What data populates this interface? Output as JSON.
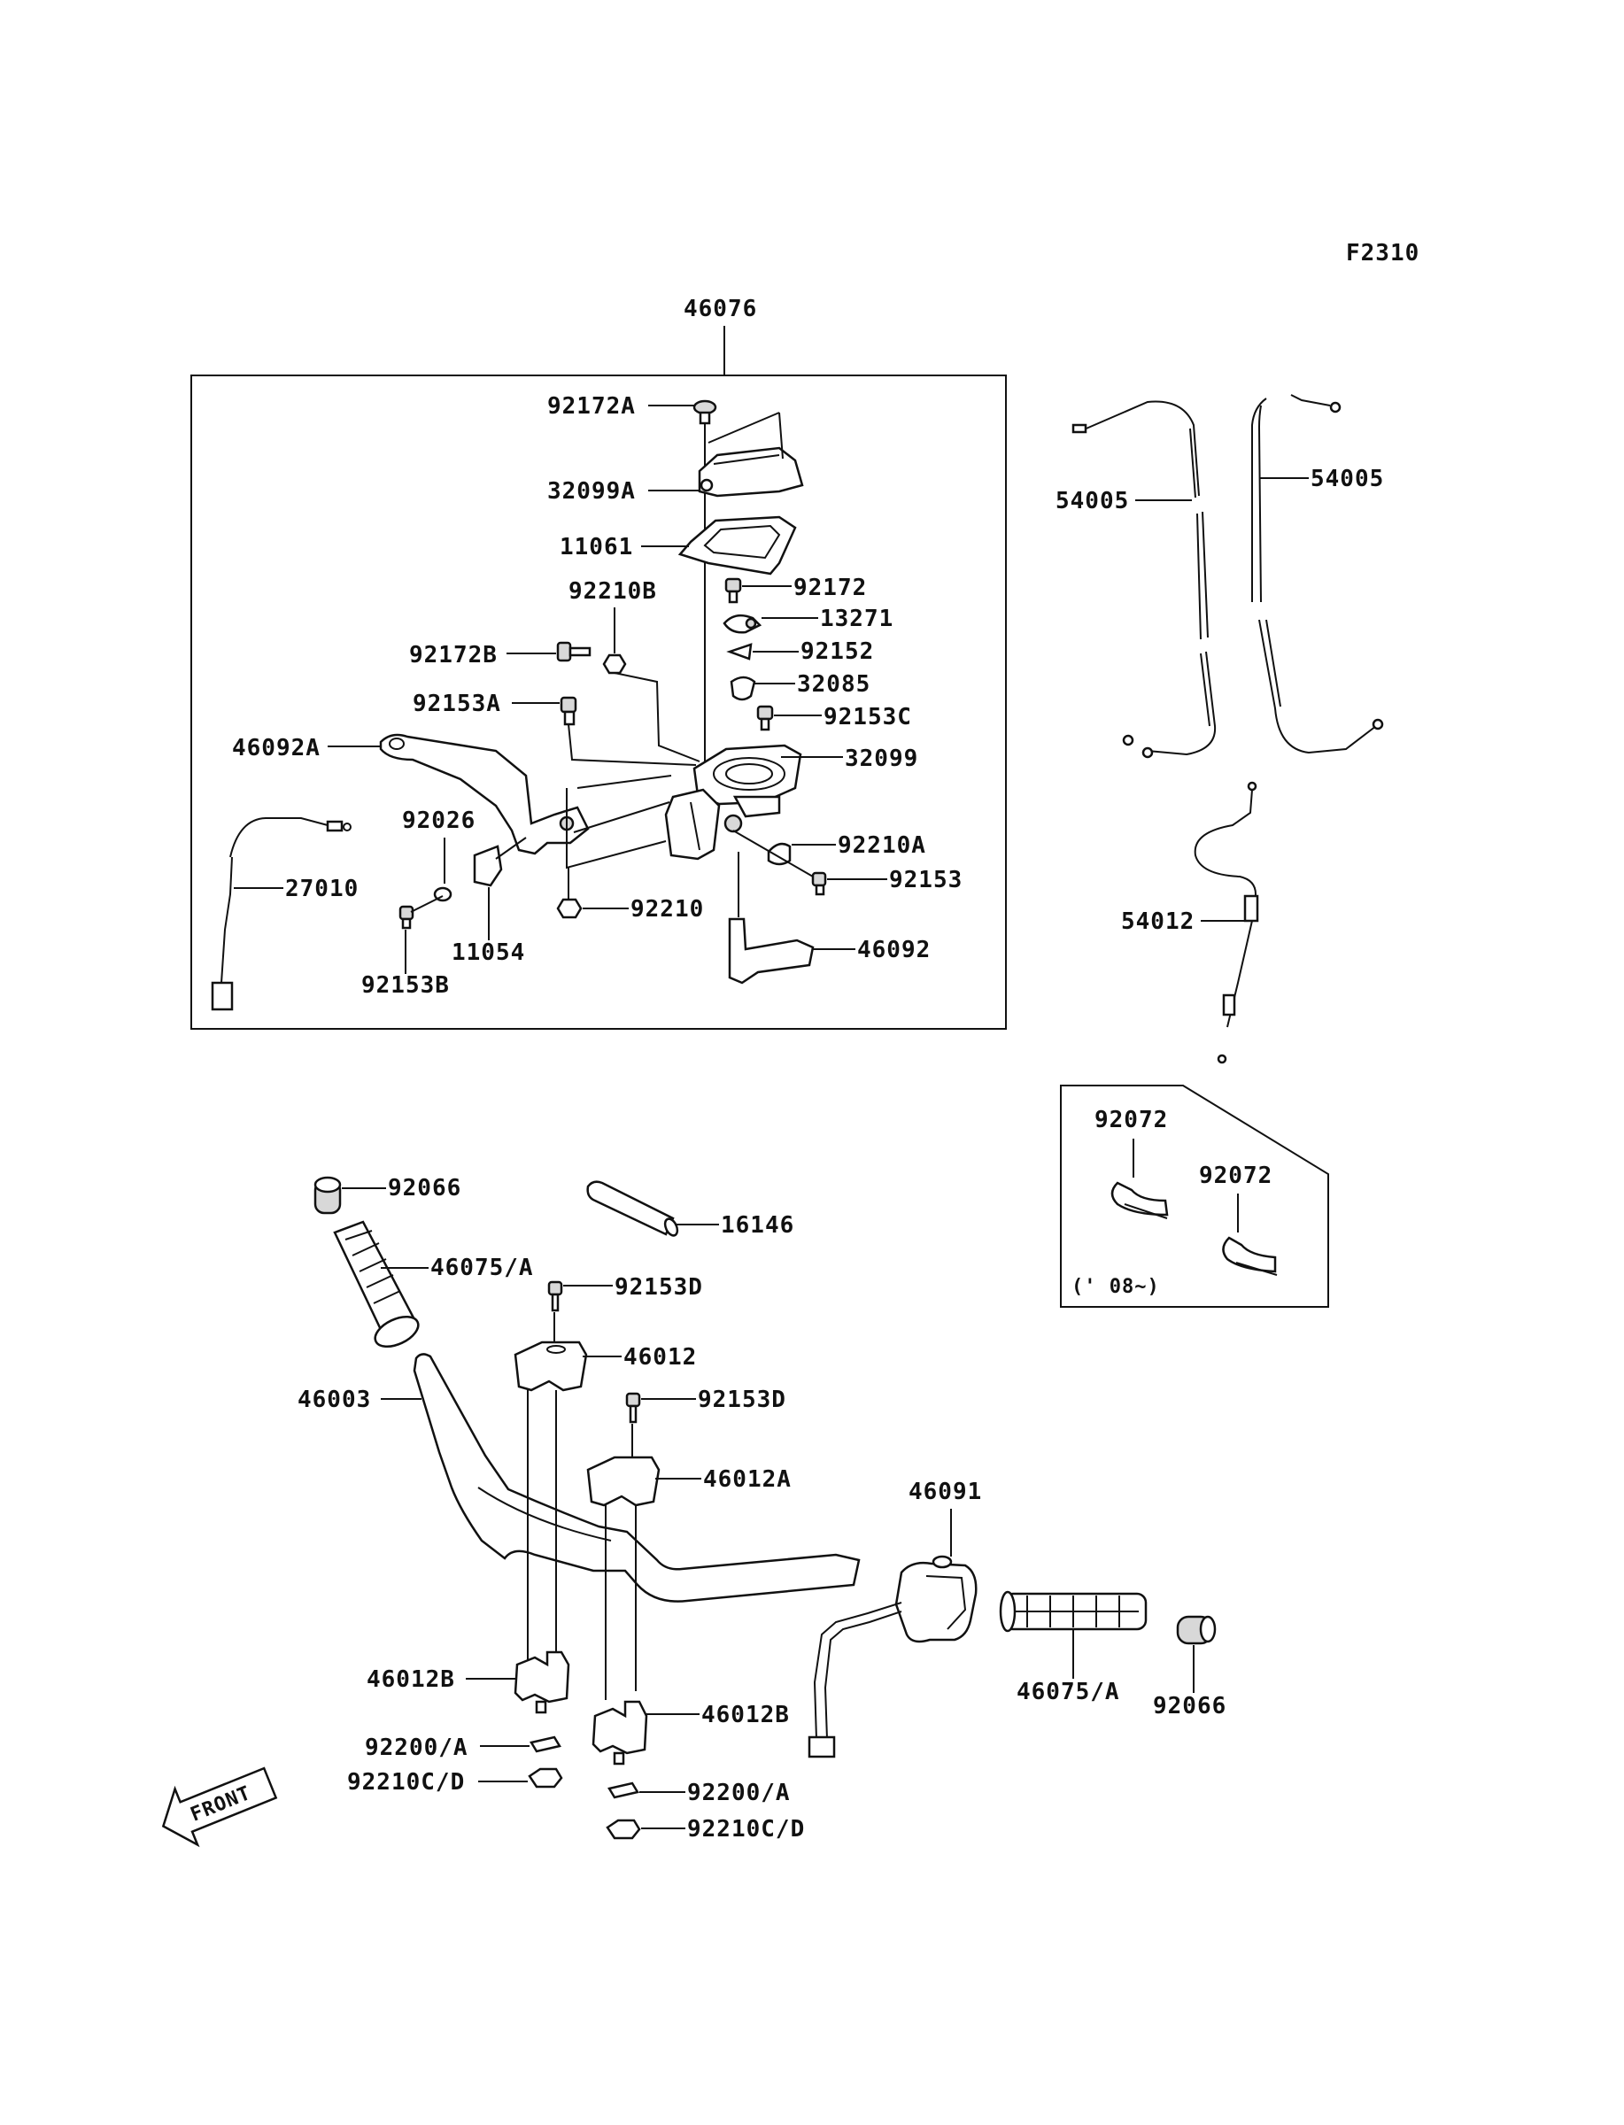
{
  "figure_code": "F2310",
  "labels": {
    "p46076": "46076",
    "p92172A": "92172A",
    "p32099A": "32099A",
    "p11061": "11061",
    "p92210B": "92210B",
    "p92172": "92172",
    "p13271": "13271",
    "p92172B": "92172B",
    "p92152": "92152",
    "p32085": "32085",
    "p92153A": "92153A",
    "p92153C": "92153C",
    "p46092A": "46092A",
    "p32099": "32099",
    "p92026": "92026",
    "p92210A": "92210A",
    "p27010": "27010",
    "p92153": "92153",
    "p92210": "92210",
    "p11054": "11054",
    "p46092": "46092",
    "p92153B": "92153B",
    "p54005a": "54005",
    "p54005b": "54005",
    "p54012": "54012",
    "p92072a": "92072",
    "p92072b": "92072",
    "inset_note": "(' 08~)",
    "p92066a": "92066",
    "p16146": "16146",
    "p46075Aa": "46075/A",
    "p92153Da": "92153D",
    "p46012": "46012",
    "p46003": "46003",
    "p92153Db": "92153D",
    "p46012A": "46012A",
    "p46091": "46091",
    "p46012Ba": "46012B",
    "p46012Bb": "46012B",
    "p46075Ab": "46075/A",
    "p92066b": "92066",
    "p92200Aa": "92200/A",
    "p92210CDa": "92210C/D",
    "p92200Ab": "92200/A",
    "p92210CDb": "92210C/D",
    "front_arrow": "FRONT"
  }
}
